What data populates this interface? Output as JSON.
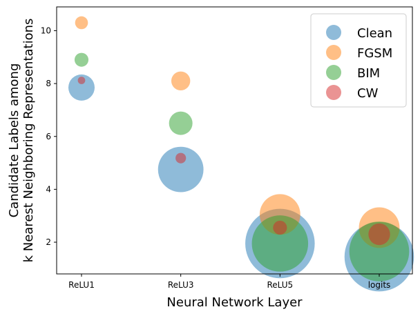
{
  "chart_data": {
    "type": "scatter",
    "title": "",
    "xlabel": "Neural Network Layer",
    "ylabel_lines": [
      "Candidate Labels among",
      "k Nearest Neighboring Representations"
    ],
    "categories": [
      "ReLU1",
      "ReLU3",
      "ReLU5",
      "logits"
    ],
    "ylim": [
      0.8,
      10.9
    ],
    "yticks": [
      2,
      4,
      6,
      8,
      10
    ],
    "grid": false,
    "legend_position": "top-right",
    "point_size_encoding": "bubble area varies per point",
    "series": [
      {
        "name": "Clean",
        "color": "#1f77b4",
        "points": [
          {
            "x": "ReLU1",
            "y": 7.85,
            "size": 0.25
          },
          {
            "x": "ReLU3",
            "y": 4.75,
            "size": 0.75
          },
          {
            "x": "ReLU5",
            "y": 1.95,
            "size": 1.75
          },
          {
            "x": "logits",
            "y": 1.45,
            "size": 1.75
          }
        ]
      },
      {
        "name": "FGSM",
        "color": "#ff7f0e",
        "points": [
          {
            "x": "ReLU1",
            "y": 10.3,
            "size": 0.06
          },
          {
            "x": "ReLU3",
            "y": 8.1,
            "size": 0.13
          },
          {
            "x": "ReLU5",
            "y": 3.05,
            "size": 0.6
          },
          {
            "x": "logits",
            "y": 2.55,
            "size": 0.6
          }
        ]
      },
      {
        "name": "BIM",
        "color": "#2ca02c",
        "points": [
          {
            "x": "ReLU1",
            "y": 8.9,
            "size": 0.07
          },
          {
            "x": "ReLU3",
            "y": 6.5,
            "size": 0.2
          },
          {
            "x": "ReLU5",
            "y": 1.95,
            "size": 1.15
          },
          {
            "x": "logits",
            "y": 1.65,
            "size": 1.3
          }
        ]
      },
      {
        "name": "CW",
        "color": "#d62728",
        "points": [
          {
            "x": "ReLU1",
            "y": 8.12,
            "size": 0.02
          },
          {
            "x": "ReLU3",
            "y": 5.18,
            "size": 0.04
          },
          {
            "x": "ReLU5",
            "y": 2.55,
            "size": 0.07
          },
          {
            "x": "logits",
            "y": 2.3,
            "size": 0.17
          }
        ]
      }
    ]
  }
}
